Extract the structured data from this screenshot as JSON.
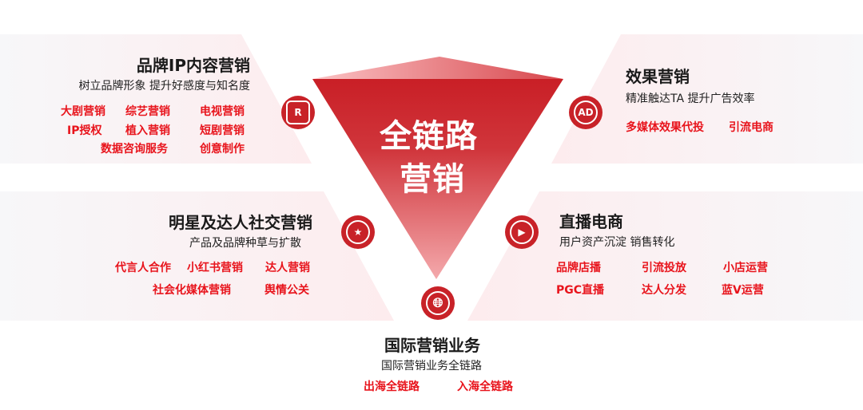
{
  "center": {
    "line1": "全链路",
    "line2": "营销"
  },
  "colors": {
    "accent": "#c82228",
    "item": "#e8141c"
  },
  "sections": {
    "brand_ip": {
      "title": "品牌IP内容营销",
      "subtitle": "树立品牌形象 提升好感度与知名度",
      "icon": "registered-icon",
      "items": [
        "大剧营销",
        "综艺营销",
        "电视营销",
        "IP授权",
        "植入营销",
        "短剧营销",
        "数据咨询服务",
        "创意制作"
      ]
    },
    "performance": {
      "title": "效果营销",
      "subtitle": "精准触达TA 提升广告效率",
      "icon": "ad-icon",
      "items": [
        "多媒体效果代投",
        "引流电商"
      ]
    },
    "celebrity": {
      "title": "明星及达人社交营销",
      "subtitle": "产品及品牌种草与扩散",
      "icon": "star-icon",
      "items": [
        "代言人合作",
        "小红书营销",
        "达人营销",
        "社会化媒体营销",
        "舆情公关"
      ]
    },
    "live": {
      "title": "直播电商",
      "subtitle": "用户资产沉淀 销售转化",
      "icon": "play-icon",
      "items": [
        "品牌店播",
        "引流投放",
        "小店运营",
        "PGC直播",
        "达人分发",
        "蓝V运营"
      ]
    },
    "intl": {
      "title": "国际营销业务",
      "subtitle": "国际营销业务全链路",
      "icon": "globe-icon",
      "items": [
        "出海全链路",
        "入海全链路"
      ]
    }
  }
}
